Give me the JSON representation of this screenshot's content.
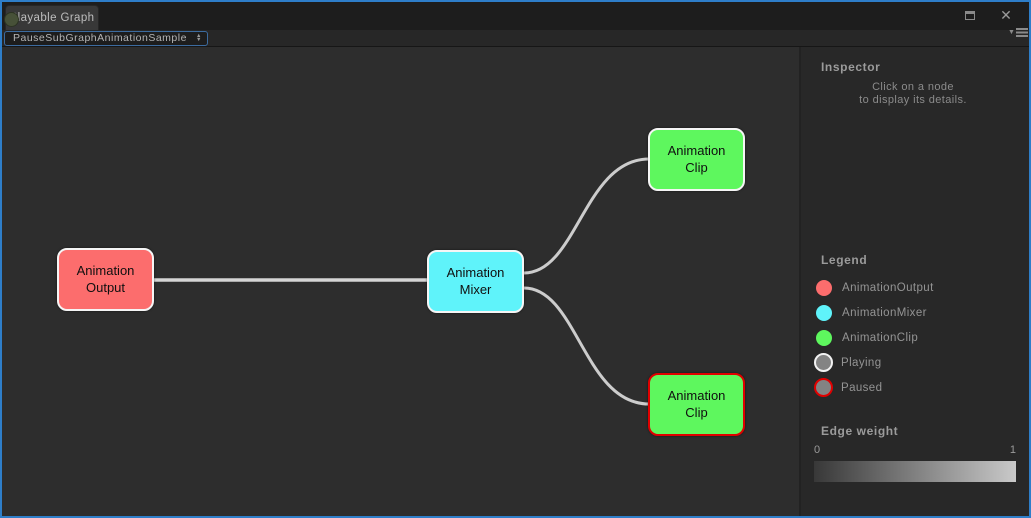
{
  "window": {
    "tab_label": "Playable Graph",
    "chrome": {
      "maximize_icon": "square-shape",
      "close_icon": "✕",
      "menu_icon": "dropdown-triangle-with-hamburger"
    }
  },
  "toolbar": {
    "graph_selector_value": "PauseSubGraphAnimationSample"
  },
  "graph": {
    "nodes": [
      {
        "id": "animation-output",
        "label": "Animation Output",
        "color": "#fc6d6d",
        "border": "#f5f5f5",
        "state": "normal"
      },
      {
        "id": "animation-mixer",
        "label": "Animation Mixer",
        "color": "#5ff3fa",
        "border": "#f5f5f5",
        "state": "normal"
      },
      {
        "id": "animation-clip-top",
        "label": "Animation Clip",
        "color": "#5ef75e",
        "border": "#f5f5f5",
        "state": "playing"
      },
      {
        "id": "animation-clip-bottom",
        "label": "Animation Clip",
        "color": "#5ef75e",
        "border": "#e00000",
        "state": "paused"
      }
    ],
    "edges": [
      {
        "from": "animation-output",
        "to": "animation-mixer"
      },
      {
        "from": "animation-mixer",
        "to": "animation-clip-top"
      },
      {
        "from": "animation-mixer",
        "to": "animation-clip-bottom"
      }
    ],
    "edge_color": "#cfcfcf"
  },
  "inspector": {
    "title": "Inspector",
    "hint_line1": "Click on a node",
    "hint_line2": "to display its details."
  },
  "legend": {
    "title": "Legend",
    "items": [
      {
        "label": "AnimationOutput",
        "color": "#fc6d6d",
        "ring": null
      },
      {
        "label": "AnimationMixer",
        "color": "#5ff3fa",
        "ring": null
      },
      {
        "label": "AnimationClip",
        "color": "#5ef75e",
        "ring": null
      },
      {
        "label": "Playing",
        "color": "#838383",
        "ring": "#f2f2f2"
      },
      {
        "label": "Paused",
        "color": "#838383",
        "ring": "#e00000"
      }
    ]
  },
  "edge_weight": {
    "title": "Edge weight",
    "min": "0",
    "max": "1",
    "gradient_from": "#383838",
    "gradient_to": "#c9c9c9"
  }
}
